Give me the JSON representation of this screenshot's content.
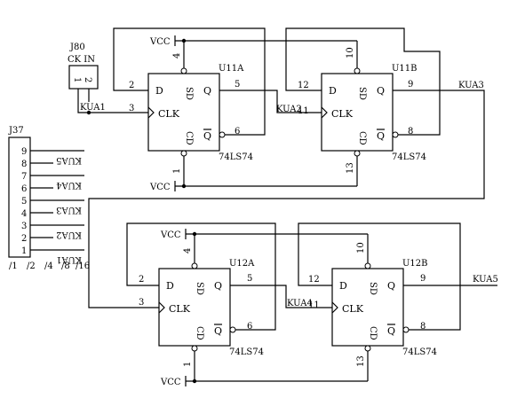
{
  "connector_j80": {
    "ref": "J80",
    "name": "CK IN",
    "pins": [
      "1",
      "2"
    ]
  },
  "connector_j37": {
    "ref": "J37",
    "pins": [
      "9",
      "8",
      "7",
      "6",
      "5",
      "4",
      "3",
      "2",
      "1"
    ],
    "net_labels": [
      "KUA5",
      "KUA4",
      "KUA3",
      "KUA2",
      "KUA1"
    ],
    "divider_labels": [
      "/1",
      "/2",
      "/4",
      "/8",
      "/16"
    ]
  },
  "chips": {
    "u11a": {
      "ref": "U11A",
      "part": "74LS74",
      "pin_d": "2",
      "pin_clk": "3",
      "pin_q": "5",
      "pin_qn": "6",
      "pin_sd": "4",
      "pin_cd": "1"
    },
    "u11b": {
      "ref": "U11B",
      "part": "74LS74",
      "pin_d": "12",
      "pin_clk": "11",
      "pin_q": "9",
      "pin_qn": "8",
      "pin_sd": "10",
      "pin_cd": "13"
    },
    "u12a": {
      "ref": "U12A",
      "part": "74LS74",
      "pin_d": "2",
      "pin_clk": "3",
      "pin_q": "5",
      "pin_qn": "6",
      "pin_sd": "4",
      "pin_cd": "1"
    },
    "u12b": {
      "ref": "U12B",
      "part": "74LS74",
      "pin_d": "12",
      "pin_clk": "11",
      "pin_q": "9",
      "pin_qn": "8",
      "pin_sd": "10",
      "pin_cd": "13"
    }
  },
  "chip_pin_names": {
    "d": "D",
    "clk": "CLK",
    "q": "Q",
    "qn": "Q",
    "sd": "SD",
    "cd": "CD"
  },
  "nets": {
    "kua1": "KUA1",
    "kua2": "KUA2",
    "kua3": "KUA3",
    "kua4": "KUA4",
    "kua5": "KUA5"
  },
  "power": {
    "vcc": "VCC"
  }
}
